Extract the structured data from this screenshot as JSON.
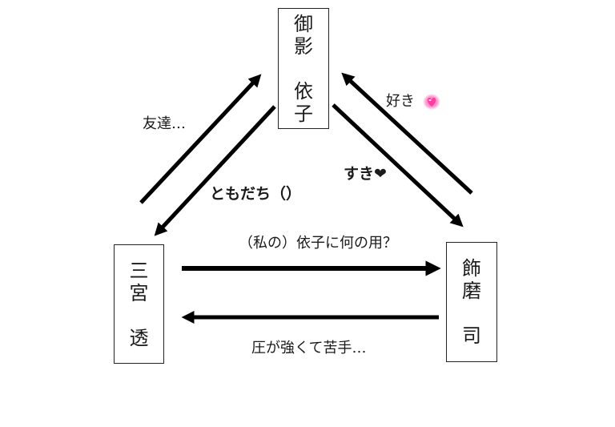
{
  "nodes": {
    "top": {
      "lines": [
        "御",
        "影",
        "",
        "依",
        "子"
      ]
    },
    "left": {
      "lines": [
        "三",
        "宮",
        "",
        "透"
      ]
    },
    "right": {
      "lines": [
        "飾",
        "磨",
        "",
        "司"
      ]
    }
  },
  "edges": {
    "left_to_top": {
      "text": "友達…"
    },
    "right_to_top": {
      "text": "好き",
      "icon": "pink-glowing-heart"
    },
    "top_to_right": {
      "text": "すき❤"
    },
    "top_to_left": {
      "text": "ともだち（）"
    },
    "left_to_right": {
      "text": "（私の）依子に何の用？"
    },
    "right_to_left": {
      "text": "圧が強くて苦手…"
    }
  },
  "colors": {
    "arrow": "#000000",
    "heart": "#ff3fa0"
  }
}
